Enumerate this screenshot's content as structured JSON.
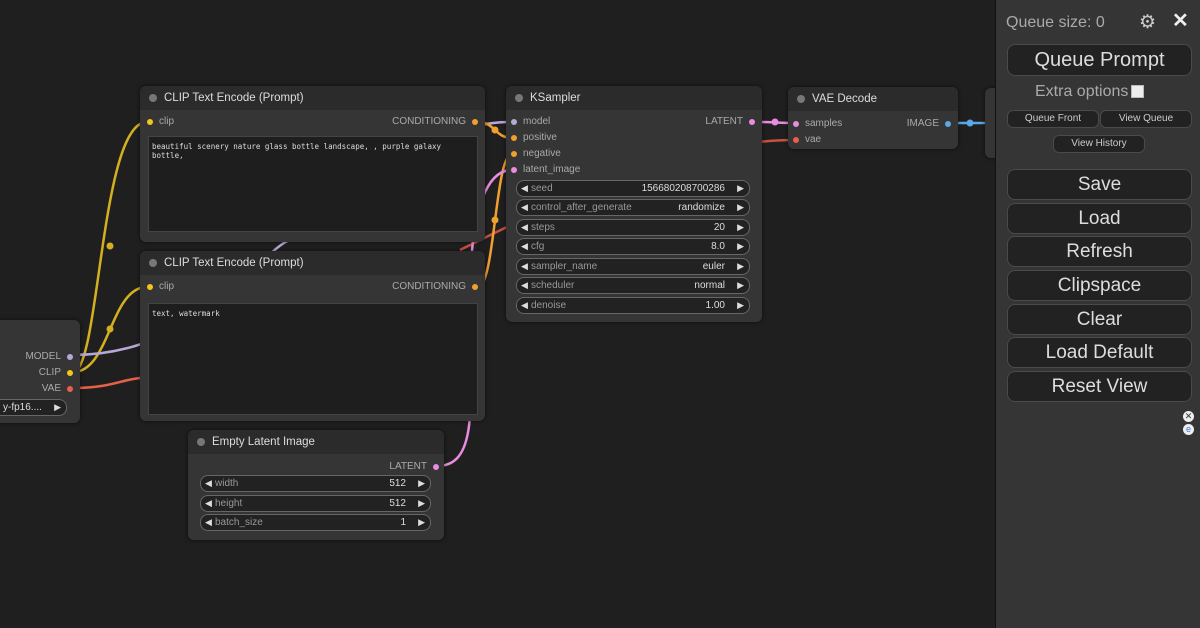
{
  "nodes": {
    "clip_pos": {
      "title": "CLIP Text Encode (Prompt)",
      "input_clip": "clip",
      "output": "CONDITIONING",
      "text": "beautiful scenery nature glass bottle landscape, , purple galaxy bottle,"
    },
    "clip_neg": {
      "title": "CLIP Text Encode (Prompt)",
      "input_clip": "clip",
      "output": "CONDITIONING",
      "text": "text, watermark"
    },
    "ksampler": {
      "title": "KSampler",
      "inputs": [
        "model",
        "positive",
        "negative",
        "latent_image"
      ],
      "output": "LATENT",
      "widgets": [
        {
          "name": "seed",
          "value": "156680208700286"
        },
        {
          "name": "control_after_generate",
          "value": "randomize"
        },
        {
          "name": "steps",
          "value": "20"
        },
        {
          "name": "cfg",
          "value": "8.0"
        },
        {
          "name": "sampler_name",
          "value": "euler"
        },
        {
          "name": "scheduler",
          "value": "normal"
        },
        {
          "name": "denoise",
          "value": "1.00"
        }
      ]
    },
    "vae_decode": {
      "title": "VAE Decode",
      "inputs": [
        "samples",
        "vae"
      ],
      "output": "IMAGE"
    },
    "empty_latent": {
      "title": "Empty Latent Image",
      "output": "LATENT",
      "widgets": [
        {
          "name": "width",
          "value": "512"
        },
        {
          "name": "height",
          "value": "512"
        },
        {
          "name": "batch_size",
          "value": "1"
        }
      ]
    },
    "checkpoint": {
      "outputs": [
        "MODEL",
        "CLIP",
        "VAE"
      ],
      "ckpt_value": "y-fp16...."
    }
  },
  "panel": {
    "queue_size": "Queue size: 0",
    "queue_prompt": "Queue Prompt",
    "extra_options": "Extra options",
    "queue_front": "Queue Front",
    "view_queue": "View Queue",
    "view_history": "View History",
    "buttons": [
      "Save",
      "Load",
      "Refresh",
      "Clipspace",
      "Clear",
      "Load Default",
      "Reset View"
    ]
  },
  "colors": {
    "clip": "#f5c518",
    "conditioning": "#f0a030",
    "model": "#b8a8d8",
    "latent": "#e88ce0",
    "vae": "#e8604a",
    "image": "#5aa8e8"
  },
  "icons": {
    "gear": "gear-icon",
    "close": "close-icon"
  }
}
